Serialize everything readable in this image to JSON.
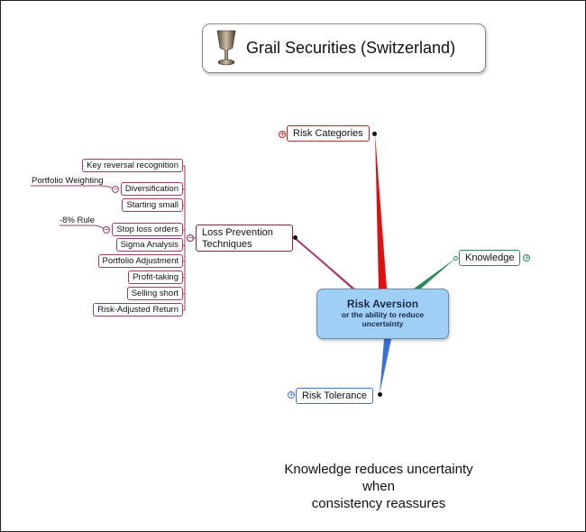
{
  "title": "Grail Securities (Switzerland)",
  "central": {
    "title": "Risk Aversion",
    "subtitle": "or the ability to reduce uncertainty"
  },
  "topics": {
    "risk_categories": "Risk Categories",
    "knowledge": "Knowledge",
    "risk_tolerance": "Risk Tolerance",
    "loss_prevention": "Loss Prevention Techniques"
  },
  "loss_prevention_items": [
    "Key reversal recognition",
    "Diversification",
    "Starting small",
    "Stop loss orders",
    "Sigma Analysis",
    "Portfolio Adjustment",
    "Profit-taking",
    "Selling short",
    "Risk-Adjusted Return"
  ],
  "notes": {
    "portfolio_weighting": "Portfolio Weighting",
    "rule_8": "-8% Rule"
  },
  "caption": [
    "Knowledge reduces uncertainty",
    "when",
    "consistency reassures"
  ],
  "colors": {
    "risk_categories": "#d11919",
    "knowledge": "#2e8a5a",
    "risk_tolerance": "#3d6fd9",
    "loss_prevention": "#8a2150",
    "central_fill": "#9fcff5"
  },
  "icons": {
    "logo": "grail-cup-icon",
    "expand": "plus-circle-icon",
    "collapse": "minus-circle-icon"
  }
}
